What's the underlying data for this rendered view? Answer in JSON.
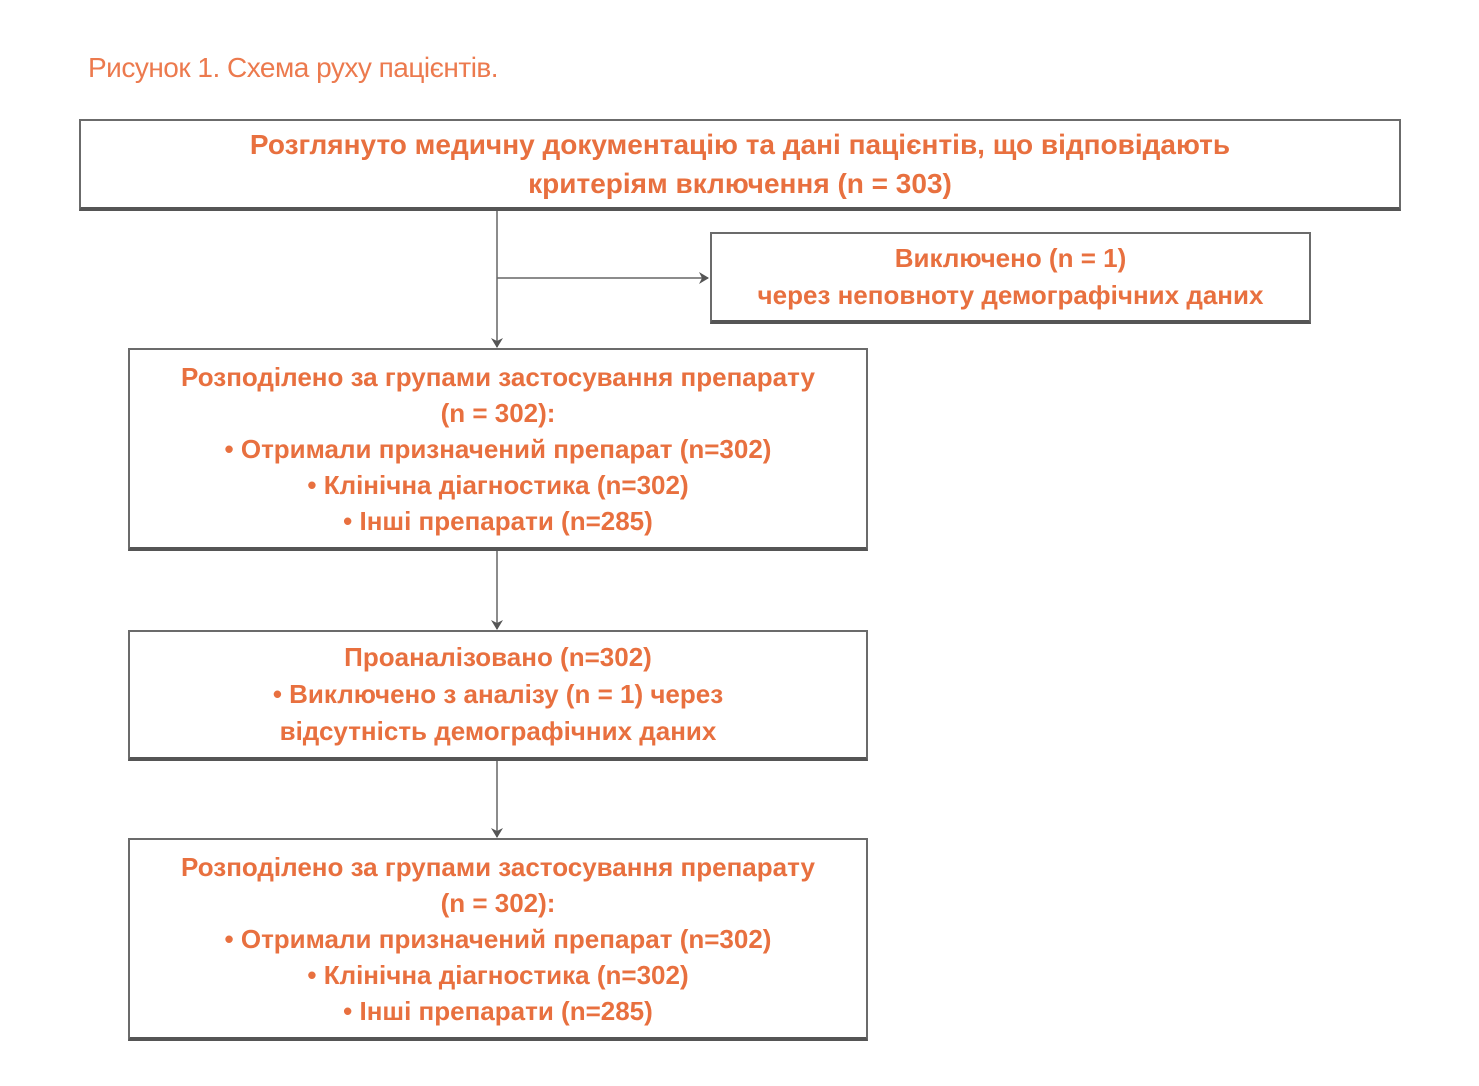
{
  "figure_title": "Рисунок 1. Схема руху пацієнтів.",
  "colors": {
    "text": "#E8703F",
    "title": "#EC7A4E",
    "border": "#6b6b6b"
  },
  "boxes": {
    "screened": [
      "Розглянуто медичну документацію та дані пацієнтів, що відповідають",
      "критеріям включення (n = 303)"
    ],
    "excluded": [
      "Виключено (n = 1)",
      "через неповноту демографічних даних"
    ],
    "allocated": [
      "Розподілено за групами застосування препарату",
      "(n = 302):",
      "• Отримали призначений препарат (n=302)",
      "• Клінічна діагностика (n=302)",
      "• Інші препарати (n=285)"
    ],
    "analysed": [
      "Проаналізовано (n=302)",
      "• Виключено з аналізу (n = 1) через",
      "відсутність демографічних даних"
    ],
    "allocated_final": [
      "Розподілено за групами застосування препарату",
      "(n = 302):",
      "• Отримали призначений препарат (n=302)",
      "• Клінічна діагностика (n=302)",
      "• Інші препарати (n=285)"
    ]
  }
}
